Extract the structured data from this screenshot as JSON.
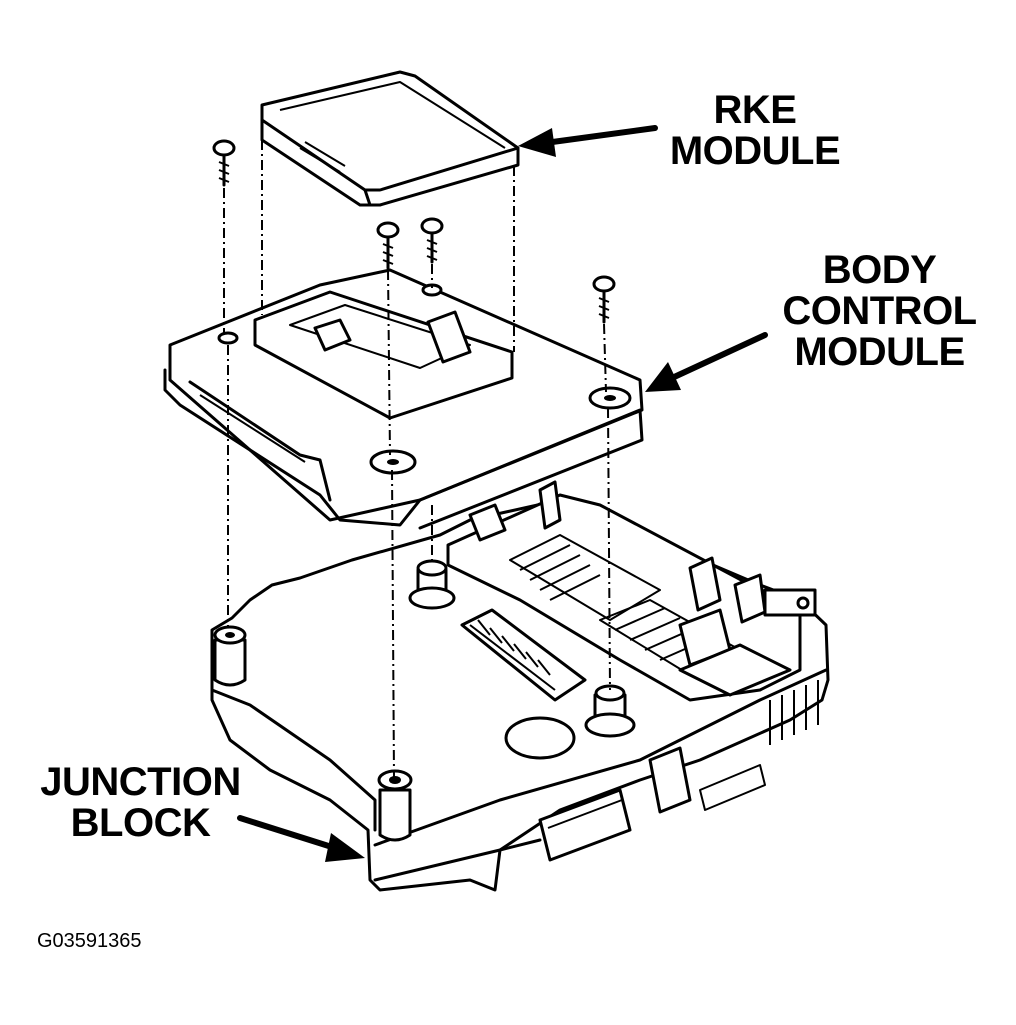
{
  "labels": {
    "rke_module": [
      "RKE",
      "MODULE"
    ],
    "body_control_module": [
      "BODY",
      "CONTROL",
      "MODULE"
    ],
    "junction_block": [
      "JUNCTION",
      "BLOCK"
    ]
  },
  "figure_id": "G03591365",
  "colors": {
    "ink": "#000000",
    "paper": "#ffffff"
  }
}
